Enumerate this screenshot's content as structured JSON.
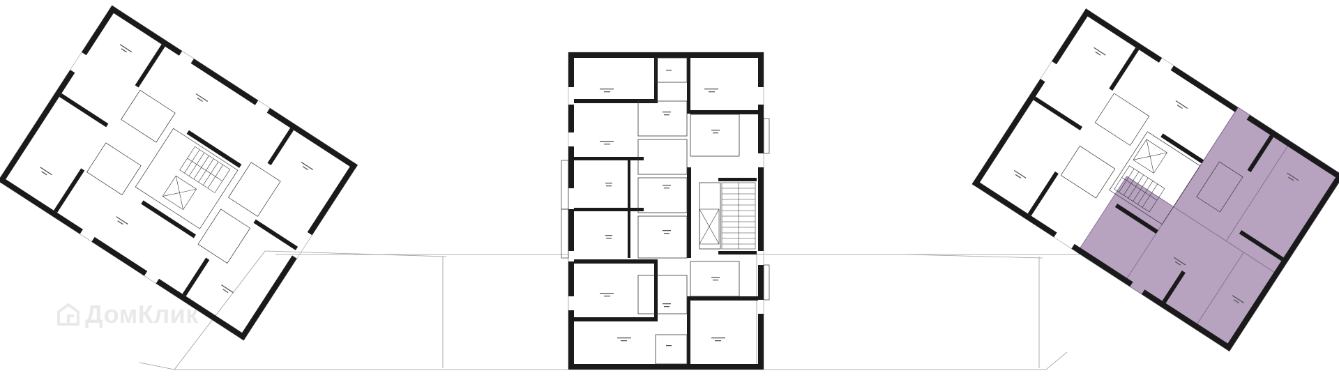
{
  "watermark": {
    "brand": "ДомКлик",
    "brand_display": "ДомКлик"
  },
  "plan": {
    "background": "#ffffff",
    "wall_color": "#1a1a1a",
    "thin_line_color": "#9a9a9a",
    "highlight_fill": "#b7a3c0",
    "highlight_stroke": "#8a6f98",
    "sections": [
      "left-section",
      "center-section",
      "right-section"
    ]
  }
}
